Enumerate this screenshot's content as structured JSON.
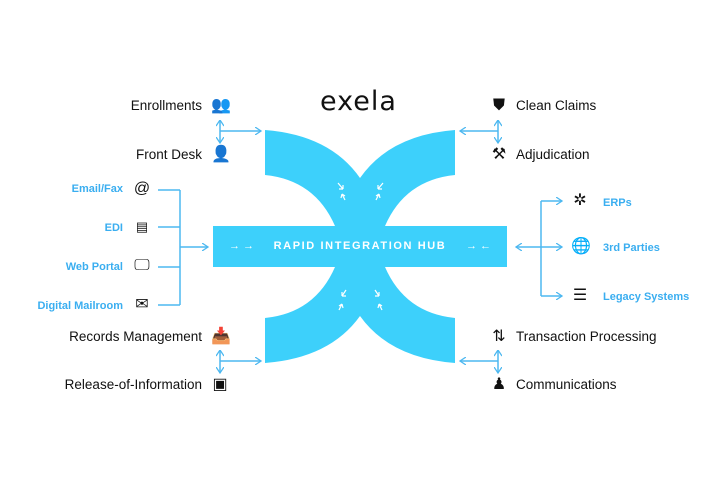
{
  "logo": {
    "text": "exela"
  },
  "hub": {
    "title": "RAPID INTEGRATION HUB"
  },
  "colors": {
    "hub": "#3dd0fb",
    "connector": "#4db8f0",
    "label_blue": "#3aaef0"
  },
  "top_left": [
    {
      "label": "Enrollments",
      "icon": "people-group-icon"
    },
    {
      "label": "Front Desk",
      "icon": "receptionist-icon"
    }
  ],
  "top_right": [
    {
      "label": "Clean Claims",
      "icon": "shield-check-icon"
    },
    {
      "label": "Adjudication",
      "icon": "gavel-icon"
    }
  ],
  "left_inputs": [
    {
      "label": "Email/Fax",
      "icon": "at-sign-icon"
    },
    {
      "label": "EDI",
      "icon": "server-icon"
    },
    {
      "label": "Web Portal",
      "icon": "monitor-icon"
    },
    {
      "label": "Digital Mailroom",
      "icon": "envelope-icon"
    }
  ],
  "right_outputs": [
    {
      "label": "ERPs",
      "icon": "network-icon"
    },
    {
      "label": "3rd Parties",
      "icon": "globe-people-icon"
    },
    {
      "label": "Legacy Systems",
      "icon": "database-icon"
    }
  ],
  "bottom_left": [
    {
      "label": "Records Management",
      "icon": "inbox-tray-icon"
    },
    {
      "label": "Release-of-Information",
      "icon": "open-box-icon"
    }
  ],
  "bottom_right": [
    {
      "label": "Transaction Processing",
      "icon": "transaction-people-icon"
    },
    {
      "label": "Communications",
      "icon": "broadcast-people-icon"
    }
  ]
}
